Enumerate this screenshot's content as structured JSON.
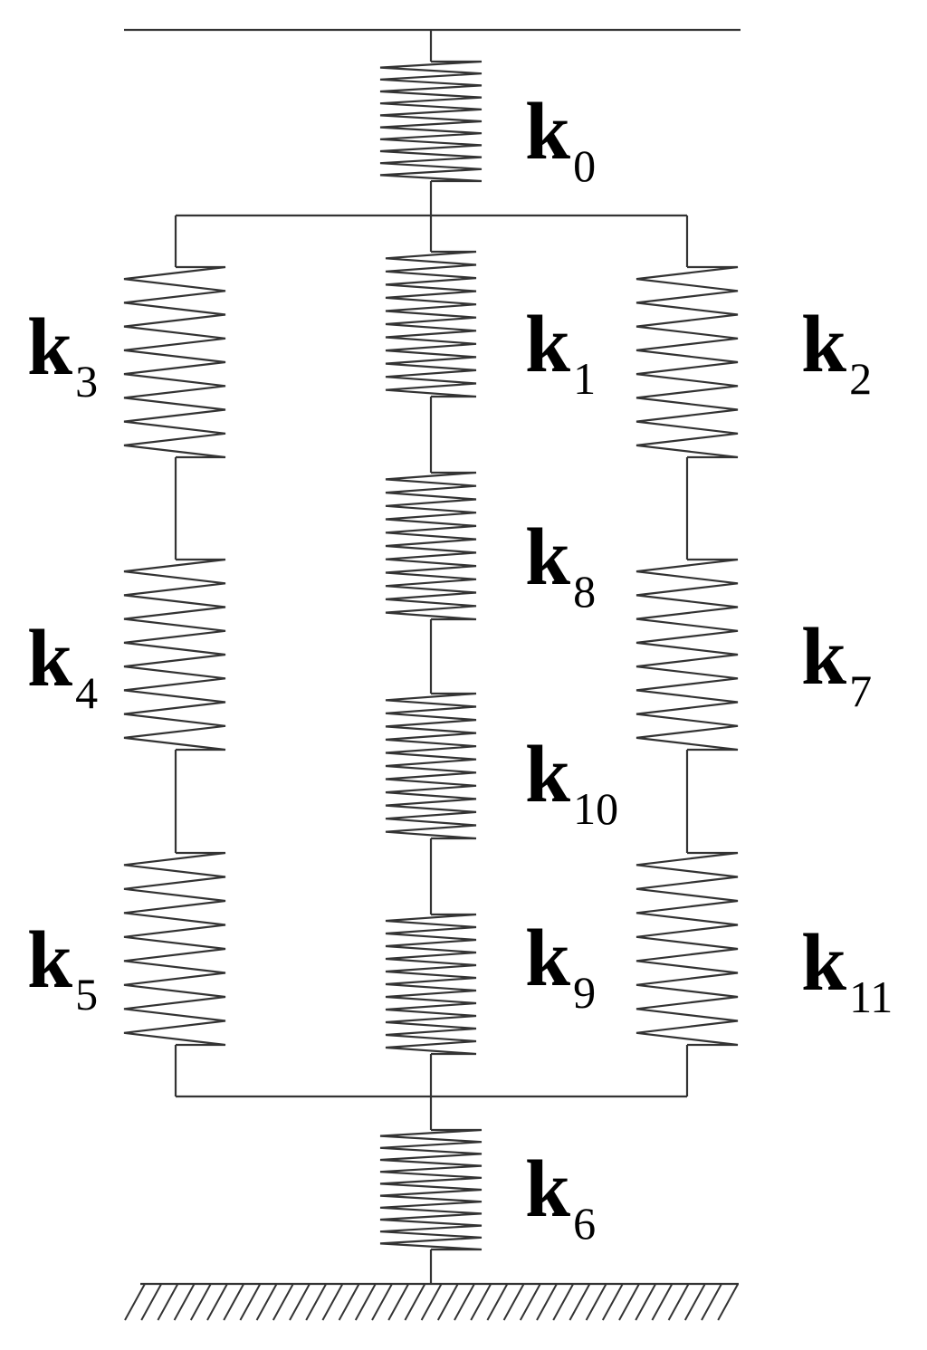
{
  "diagram": {
    "line_color": "#333333",
    "label_color": "#000000",
    "springs": [
      {
        "id": "k0",
        "letter": "k",
        "sub": "0"
      },
      {
        "id": "k1",
        "letter": "k",
        "sub": "1"
      },
      {
        "id": "k2",
        "letter": "k",
        "sub": "2"
      },
      {
        "id": "k3",
        "letter": "k",
        "sub": "3"
      },
      {
        "id": "k4",
        "letter": "k",
        "sub": "4"
      },
      {
        "id": "k5",
        "letter": "k",
        "sub": "5"
      },
      {
        "id": "k6",
        "letter": "k",
        "sub": "6"
      },
      {
        "id": "k7",
        "letter": "k",
        "sub": "7"
      },
      {
        "id": "k8",
        "letter": "k",
        "sub": "8"
      },
      {
        "id": "k9",
        "letter": "k",
        "sub": "9"
      },
      {
        "id": "k10",
        "letter": "k",
        "sub": "10"
      },
      {
        "id": "k11",
        "letter": "k",
        "sub": "11"
      }
    ]
  }
}
